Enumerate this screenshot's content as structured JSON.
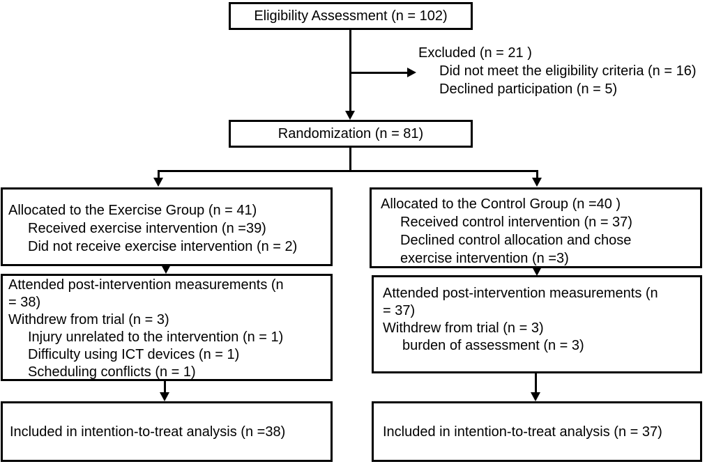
{
  "figure": {
    "type": "consort-flow-diagram",
    "colors": {
      "ink": "#000000",
      "background": "#ffffff"
    }
  },
  "flowchart": {
    "eligibility": {
      "label": "Eligibility Assessment (n = 102)"
    },
    "excluded": {
      "title": "Excluded (n = 21 )",
      "items": [
        "Did not meet the eligibility criteria (n = 16)",
        "Declined participation (n = 5)"
      ]
    },
    "randomization": {
      "label": "Randomization (n = 81)"
    },
    "exercise_group": {
      "title": "Allocated to the Exercise Group (n = 41)",
      "items": [
        "Received exercise intervention (n =39)",
        "Did not receive exercise intervention (n = 2)"
      ]
    },
    "control_group": {
      "title": "Allocated to the Control Group (n =40 )",
      "items": [
        "Received control intervention (n = 37)",
        "Declined control allocation and chose",
        "exercise intervention (n =3)"
      ]
    },
    "exercise_post": {
      "lines": [
        "Attended post-intervention measurements (n",
        "= 38)",
        "Withdrew from trial (n = 3)"
      ],
      "items": [
        "Injury unrelated to the intervention (n = 1)",
        "Difficulty using ICT devices (n = 1)",
        "Scheduling conflicts (n = 1)"
      ]
    },
    "control_post": {
      "lines": [
        "Attended post-intervention measurements (n",
        "= 37)",
        "Withdrew from trial (n = 3)"
      ],
      "items": [
        "burden of assessment (n = 3)"
      ]
    },
    "exercise_itt": {
      "label": "Included in intention-to-treat analysis (n =38)"
    },
    "control_itt": {
      "label": "Included in intention-to-treat analysis (n = 37)"
    }
  }
}
